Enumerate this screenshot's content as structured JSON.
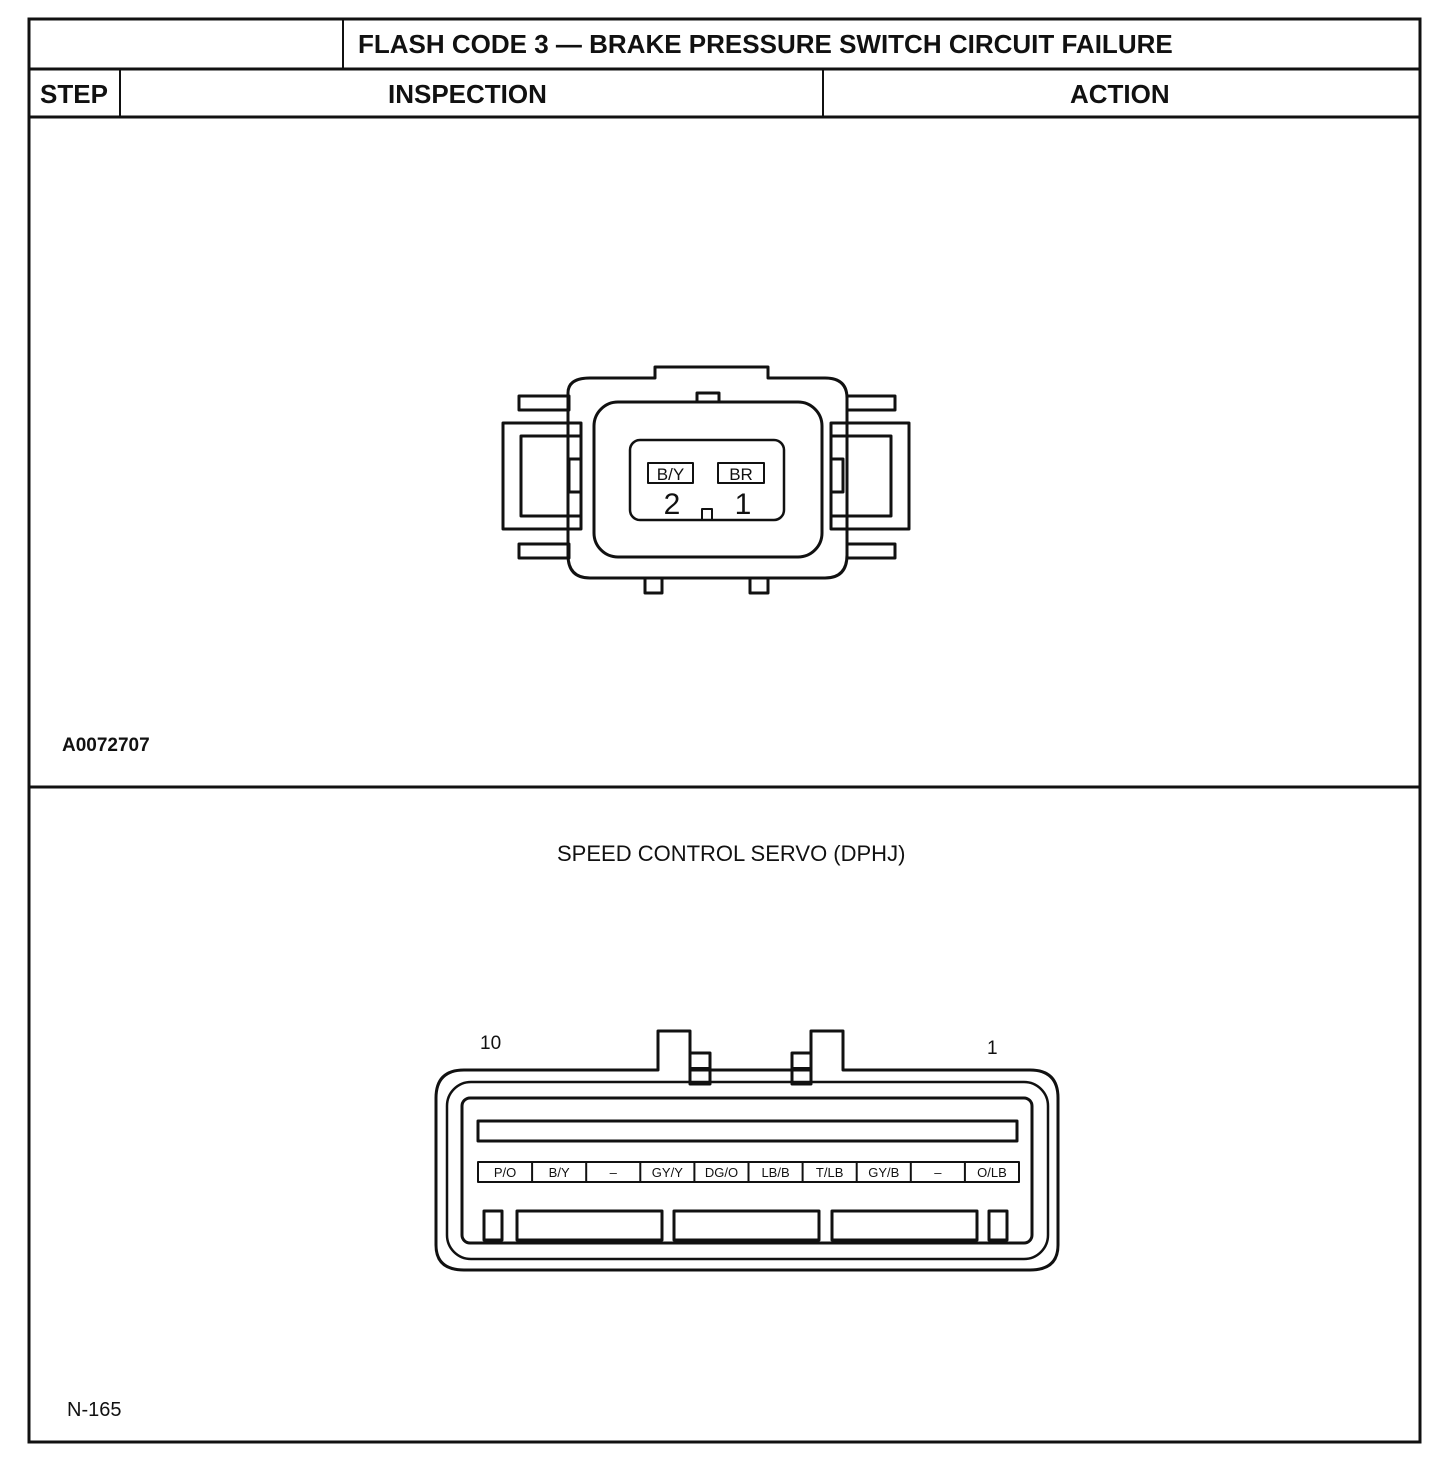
{
  "header": {
    "title": "FLASH CODE 3 — BRAKE PRESSURE SWITCH CIRCUIT FAILURE",
    "step_label": "STEP",
    "inspection_label": "INSPECTION",
    "action_label": "ACTION"
  },
  "figure1": {
    "id": "A0072707",
    "pins": [
      {
        "wire": "B/Y",
        "number": "2"
      },
      {
        "wire": "BR",
        "number": "1"
      }
    ]
  },
  "figure2": {
    "title": "SPEED CONTROL SERVO (DPHJ)",
    "id": "N-165",
    "pin_label_left": "10",
    "pin_label_right": "1",
    "pins": [
      "P/O",
      "B/Y",
      "–",
      "GY/Y",
      "DG/O",
      "LB/B",
      "T/LB",
      "GY/B",
      "–",
      "O/LB"
    ]
  }
}
